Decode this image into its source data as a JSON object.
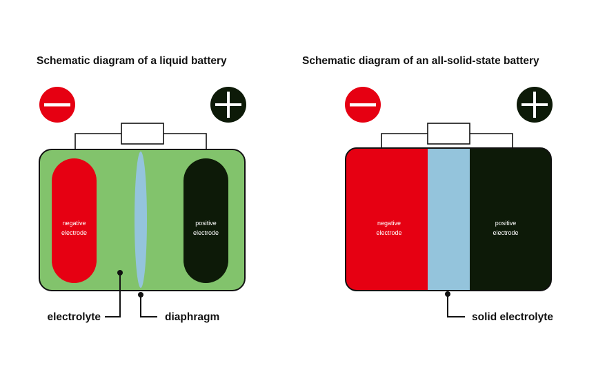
{
  "liquid_battery": {
    "title": "Schematic diagram of a liquid battery",
    "negative_label_line1": "negative",
    "negative_label_line2": "electrode",
    "positive_label_line1": "positive",
    "positive_label_line2": "electrode",
    "electrolyte_label": "electrolyte",
    "diaphragm_label": "diaphragm"
  },
  "solid_battery": {
    "title": "Schematic diagram of an all-solid-state battery",
    "negative_label_line1": "negative",
    "negative_label_line2": "electrode",
    "positive_label_line1": "positive",
    "positive_label_line2": "electrode",
    "solid_electrolyte_label": "solid electrolyte"
  },
  "colors": {
    "negative": "#e60012",
    "positive": "#0d1a08",
    "liquid_electrolyte": "#82c36c",
    "diaphragm": "#94c4dc",
    "solid_electrolyte": "#94c4dc",
    "outline": "#111111"
  },
  "icons": {
    "negative_terminal": "minus-circle-icon",
    "positive_terminal": "plus-circle-icon"
  }
}
